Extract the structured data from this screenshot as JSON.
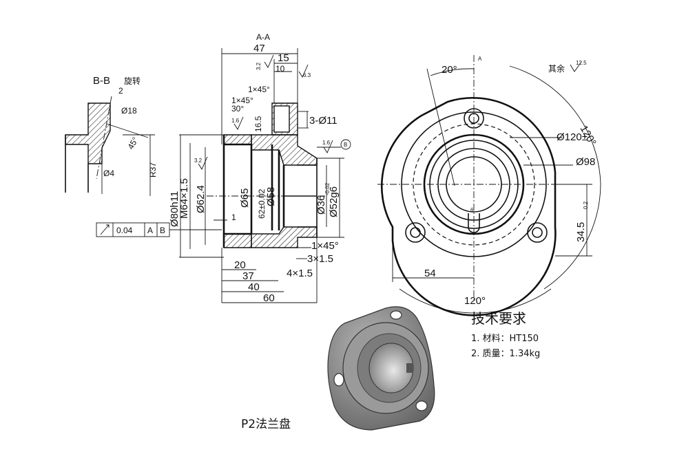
{
  "section_bb": {
    "title": "B-B",
    "note": "旋转",
    "r37": "R37",
    "d18": "Ø18",
    "d4": "Ø4",
    "two": "2",
    "angle45": "45°"
  },
  "section_aa": {
    "title": "A-A",
    "d47": "47",
    "d15": "15",
    "d10": "10",
    "c1": "1×45°",
    "c2": "1×45°",
    "a30": "30°",
    "h16_5": "16.5",
    "holes": "3-Ø11",
    "d80": "Ø80h11",
    "m64": "M64×1.5",
    "d62_4": "Ø62.4",
    "d65": "Ø65",
    "d62": "62±0.02",
    "d58": "Ø58",
    "d36": "Ø36",
    "d36tol": "-0.02",
    "d52": "Ø52g6",
    "one": "1",
    "c3": "1×45°",
    "c4": "3×1.5",
    "c5": "4×1.5",
    "l20": "20",
    "l37": "37",
    "l40": "40",
    "l60": "60",
    "datum_b": "B",
    "rough_16": "1.6",
    "rough_32": "3.2",
    "rough_63": "6.3"
  },
  "tolerance_frame": {
    "value": "0.04",
    "datum1": "A",
    "datum2": "B"
  },
  "front_view": {
    "a20": "20°",
    "rest": "其余",
    "rough_rest": "12.5",
    "a120": "120°",
    "a120b": "120°",
    "d120": "Ø120±",
    "d98": "Ø98",
    "d34_5": "34.5",
    "d34tol": "0.2",
    "l54": "54",
    "label_a": "A",
    "six": "6"
  },
  "tech_req": {
    "title": "技术要求",
    "line1": "1. 材料：HT150",
    "line2": "2. 质量：1.34kg"
  },
  "caption": "P2法兰盘",
  "colors": {
    "ink": "#111111",
    "paper": "#ffffff",
    "metal": "#8a8a8a",
    "metal_dark": "#4a4a4a",
    "metal_light": "#c9c9c9"
  }
}
